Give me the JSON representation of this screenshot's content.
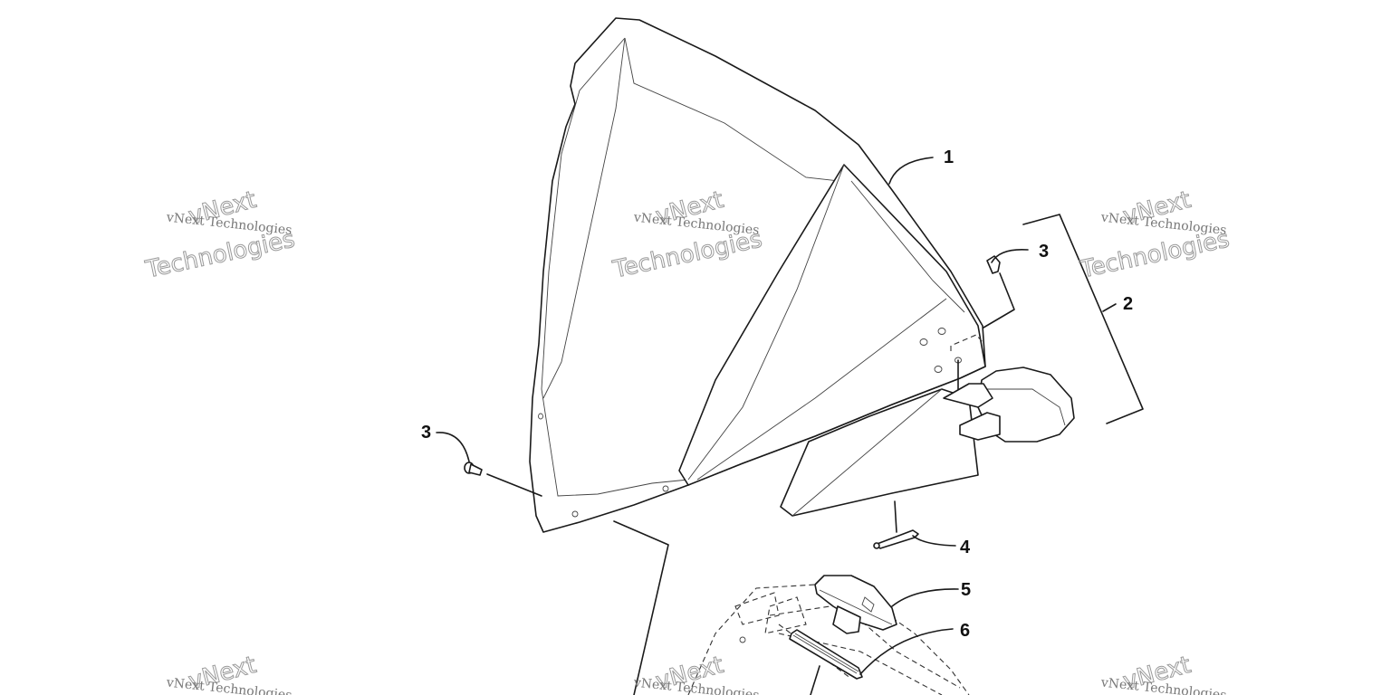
{
  "watermark": {
    "line1": "vNext",
    "line2": "vNext Technologies",
    "line3": "Technologies"
  },
  "callouts": [
    "1",
    "2",
    "3",
    "3",
    "4",
    "5",
    "6"
  ]
}
